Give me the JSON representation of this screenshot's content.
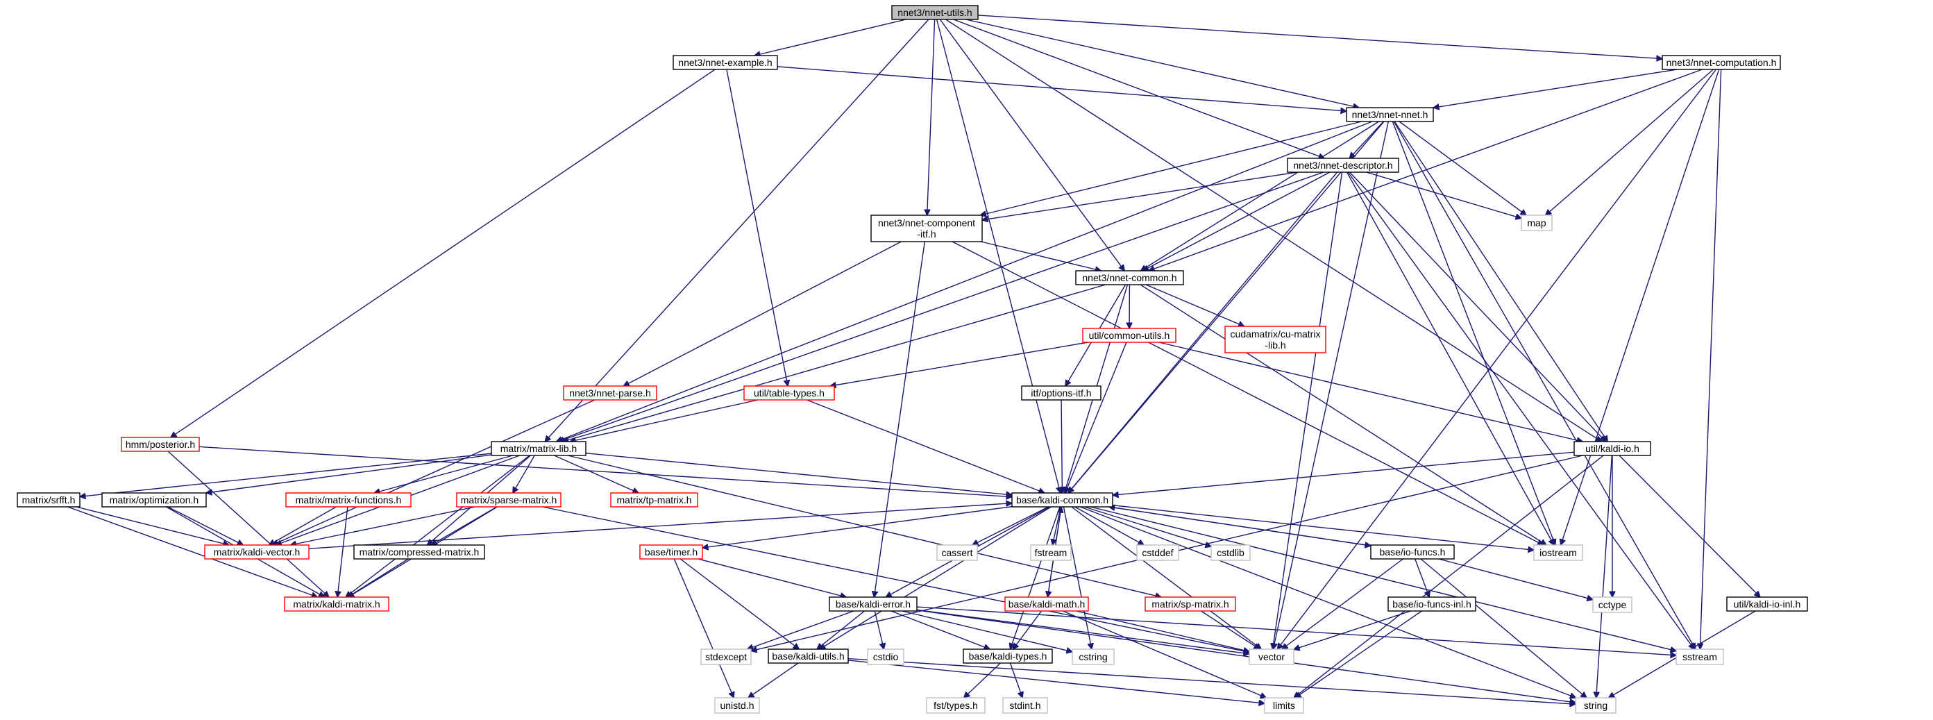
{
  "title": "nnet3/nnet-utils.h",
  "colors": {
    "edge": "#191970",
    "root_fill": "#bfbfbf",
    "documented": "#000000",
    "undocumented": "#ff0000",
    "system": "#bfbfbf"
  },
  "nodes": {
    "n_utils": {
      "label": [
        "nnet3/nnet-utils.h"
      ],
      "kind": "root"
    },
    "n_example": {
      "label": [
        "nnet3/nnet-example.h"
      ],
      "kind": "black"
    },
    "n_computation": {
      "label": [
        "nnet3/nnet-computation.h"
      ],
      "kind": "black"
    },
    "n_nnet": {
      "label": [
        "nnet3/nnet-nnet.h"
      ],
      "kind": "black"
    },
    "n_descriptor": {
      "label": [
        "nnet3/nnet-descriptor.h"
      ],
      "kind": "black"
    },
    "n_component": {
      "label": [
        "nnet3/nnet-component",
        "-itf.h"
      ],
      "kind": "black"
    },
    "n_common": {
      "label": [
        "nnet3/nnet-common.h"
      ],
      "kind": "black"
    },
    "map": {
      "label": [
        "map"
      ],
      "kind": "gray"
    },
    "cu_matrix": {
      "label": [
        "cudamatrix/cu-matrix",
        "-lib.h"
      ],
      "kind": "red"
    },
    "common_utils": {
      "label": [
        "util/common-utils.h"
      ],
      "kind": "red"
    },
    "n_parse": {
      "label": [
        "nnet3/nnet-parse.h"
      ],
      "kind": "red"
    },
    "table_types": {
      "label": [
        "util/table-types.h"
      ],
      "kind": "red"
    },
    "options_itf": {
      "label": [
        "itf/options-itf.h"
      ],
      "kind": "black"
    },
    "posterior": {
      "label": [
        "hmm/posterior.h"
      ],
      "kind": "red"
    },
    "matrix_lib": {
      "label": [
        "matrix/matrix-lib.h"
      ],
      "kind": "black"
    },
    "kaldi_io": {
      "label": [
        "util/kaldi-io.h"
      ],
      "kind": "black"
    },
    "srfft": {
      "label": [
        "matrix/srfft.h"
      ],
      "kind": "black"
    },
    "optimization": {
      "label": [
        "matrix/optimization.h"
      ],
      "kind": "black"
    },
    "matrix_functions": {
      "label": [
        "matrix/matrix-functions.h"
      ],
      "kind": "red"
    },
    "sparse_matrix": {
      "label": [
        "matrix/sparse-matrix.h"
      ],
      "kind": "red"
    },
    "tp_matrix": {
      "label": [
        "matrix/tp-matrix.h"
      ],
      "kind": "red"
    },
    "kaldi_common": {
      "label": [
        "base/kaldi-common.h"
      ],
      "kind": "black"
    },
    "kaldi_vector": {
      "label": [
        "matrix/kaldi-vector.h"
      ],
      "kind": "red"
    },
    "compressed": {
      "label": [
        "matrix/compressed-matrix.h"
      ],
      "kind": "black"
    },
    "kaldi_matrix": {
      "label": [
        "matrix/kaldi-matrix.h"
      ],
      "kind": "red"
    },
    "timer": {
      "label": [
        "base/timer.h"
      ],
      "kind": "red"
    },
    "cassert": {
      "label": [
        "cassert"
      ],
      "kind": "gray"
    },
    "fstream": {
      "label": [
        "fstream"
      ],
      "kind": "gray"
    },
    "cstddef": {
      "label": [
        "cstddef"
      ],
      "kind": "gray"
    },
    "cstdlib": {
      "label": [
        "cstdlib"
      ],
      "kind": "gray"
    },
    "io_funcs": {
      "label": [
        "base/io-funcs.h"
      ],
      "kind": "black"
    },
    "iostream": {
      "label": [
        "iostream"
      ],
      "kind": "gray"
    },
    "kaldi_math": {
      "label": [
        "base/kaldi-math.h"
      ],
      "kind": "red"
    },
    "sp_matrix": {
      "label": [
        "matrix/sp-matrix.h"
      ],
      "kind": "red"
    },
    "kaldi_error": {
      "label": [
        "base/kaldi-error.h"
      ],
      "kind": "black"
    },
    "io_funcs_inl": {
      "label": [
        "base/io-funcs-inl.h"
      ],
      "kind": "black"
    },
    "cctype": {
      "label": [
        "cctype"
      ],
      "kind": "gray"
    },
    "kaldi_io_inl": {
      "label": [
        "util/kaldi-io-inl.h"
      ],
      "kind": "black"
    },
    "stdexcept": {
      "label": [
        "stdexcept"
      ],
      "kind": "gray"
    },
    "kaldi_utils": {
      "label": [
        "base/kaldi-utils.h"
      ],
      "kind": "black"
    },
    "cstdio": {
      "label": [
        "cstdio"
      ],
      "kind": "gray"
    },
    "kaldi_types": {
      "label": [
        "base/kaldi-types.h"
      ],
      "kind": "black"
    },
    "cstring": {
      "label": [
        "cstring"
      ],
      "kind": "gray"
    },
    "vector": {
      "label": [
        "vector"
      ],
      "kind": "gray"
    },
    "sstream": {
      "label": [
        "sstream"
      ],
      "kind": "gray"
    },
    "unistd": {
      "label": [
        "unistd.h"
      ],
      "kind": "gray"
    },
    "fst_types": {
      "label": [
        "fst/types.h"
      ],
      "kind": "gray"
    },
    "stdint": {
      "label": [
        "stdint.h"
      ],
      "kind": "gray"
    },
    "limits": {
      "label": [
        "limits"
      ],
      "kind": "gray"
    },
    "string": {
      "label": [
        "string"
      ],
      "kind": "gray"
    }
  },
  "edges": [
    [
      "n_utils",
      "n_example"
    ],
    [
      "n_utils",
      "n_computation"
    ],
    [
      "n_utils",
      "n_nnet"
    ],
    [
      "n_utils",
      "n_descriptor"
    ],
    [
      "n_utils",
      "n_component"
    ],
    [
      "n_utils",
      "n_common"
    ],
    [
      "n_utils",
      "matrix_lib"
    ],
    [
      "n_utils",
      "kaldi_common"
    ],
    [
      "n_utils",
      "kaldi_io"
    ],
    [
      "n_example",
      "n_nnet"
    ],
    [
      "n_example",
      "table_types"
    ],
    [
      "n_example",
      "posterior"
    ],
    [
      "n_computation",
      "n_nnet"
    ],
    [
      "n_computation",
      "n_common"
    ],
    [
      "n_computation",
      "map"
    ],
    [
      "n_computation",
      "iostream"
    ],
    [
      "n_computation",
      "sstream"
    ],
    [
      "n_computation",
      "vector"
    ],
    [
      "n_nnet",
      "n_descriptor"
    ],
    [
      "n_nnet",
      "n_component"
    ],
    [
      "n_nnet",
      "n_common"
    ],
    [
      "n_nnet",
      "map"
    ],
    [
      "n_nnet",
      "matrix_lib"
    ],
    [
      "n_nnet",
      "kaldi_common"
    ],
    [
      "n_nnet",
      "kaldi_io"
    ],
    [
      "n_nnet",
      "iostream"
    ],
    [
      "n_nnet",
      "sstream"
    ],
    [
      "n_nnet",
      "vector"
    ],
    [
      "n_descriptor",
      "n_component"
    ],
    [
      "n_descriptor",
      "n_common"
    ],
    [
      "n_descriptor",
      "map"
    ],
    [
      "n_descriptor",
      "matrix_lib"
    ],
    [
      "n_descriptor",
      "kaldi_common"
    ],
    [
      "n_descriptor",
      "kaldi_io"
    ],
    [
      "n_descriptor",
      "iostream"
    ],
    [
      "n_descriptor",
      "sstream"
    ],
    [
      "n_descriptor",
      "vector"
    ],
    [
      "n_component",
      "n_common"
    ],
    [
      "n_component",
      "n_parse"
    ],
    [
      "n_component",
      "kaldi_error"
    ],
    [
      "n_component",
      "iostream"
    ],
    [
      "n_common",
      "cu_matrix"
    ],
    [
      "n_common",
      "common_utils"
    ],
    [
      "n_common",
      "options_itf"
    ],
    [
      "n_common",
      "matrix_lib"
    ],
    [
      "n_common",
      "kaldi_common"
    ],
    [
      "n_common",
      "iostream"
    ],
    [
      "common_utils",
      "table_types"
    ],
    [
      "common_utils",
      "kaldi_io"
    ],
    [
      "common_utils",
      "kaldi_common"
    ],
    [
      "n_parse",
      "kaldi_vector"
    ],
    [
      "table_types",
      "matrix_lib"
    ],
    [
      "table_types",
      "kaldi_common"
    ],
    [
      "options_itf",
      "kaldi_common"
    ],
    [
      "posterior",
      "kaldi_common"
    ],
    [
      "posterior",
      "kaldi_matrix"
    ],
    [
      "matrix_lib",
      "srfft"
    ],
    [
      "matrix_lib",
      "optimization"
    ],
    [
      "matrix_lib",
      "matrix_functions"
    ],
    [
      "matrix_lib",
      "sparse_matrix"
    ],
    [
      "matrix_lib",
      "tp_matrix"
    ],
    [
      "matrix_lib",
      "kaldi_vector"
    ],
    [
      "matrix_lib",
      "compressed"
    ],
    [
      "matrix_lib",
      "kaldi_matrix"
    ],
    [
      "matrix_lib",
      "sp_matrix"
    ],
    [
      "matrix_lib",
      "kaldi_common"
    ],
    [
      "kaldi_io",
      "kaldi_common"
    ],
    [
      "kaldi_io",
      "kaldi_io_inl"
    ],
    [
      "kaldi_io",
      "cctype"
    ],
    [
      "kaldi_io",
      "limits"
    ],
    [
      "kaldi_io",
      "string"
    ],
    [
      "kaldi_io",
      "stdexcept"
    ],
    [
      "srfft",
      "kaldi_vector"
    ],
    [
      "srfft",
      "kaldi_matrix"
    ],
    [
      "optimization",
      "kaldi_vector"
    ],
    [
      "optimization",
      "kaldi_matrix"
    ],
    [
      "matrix_functions",
      "kaldi_vector"
    ],
    [
      "matrix_functions",
      "kaldi_matrix"
    ],
    [
      "sparse_matrix",
      "kaldi_vector"
    ],
    [
      "sparse_matrix",
      "compressed"
    ],
    [
      "sparse_matrix",
      "kaldi_matrix"
    ],
    [
      "sparse_matrix",
      "vector"
    ],
    [
      "compressed",
      "kaldi_matrix"
    ],
    [
      "kaldi_common",
      "timer"
    ],
    [
      "kaldi_common",
      "cassert"
    ],
    [
      "kaldi_common",
      "fstream"
    ],
    [
      "kaldi_common",
      "cstddef"
    ],
    [
      "kaldi_common",
      "cstdlib"
    ],
    [
      "kaldi_common",
      "io_funcs"
    ],
    [
      "kaldi_common",
      "iostream"
    ],
    [
      "kaldi_common",
      "kaldi_math"
    ],
    [
      "kaldi_common",
      "kaldi_error"
    ],
    [
      "kaldi_common",
      "kaldi_utils"
    ],
    [
      "kaldi_common",
      "kaldi_types"
    ],
    [
      "kaldi_common",
      "cstring"
    ],
    [
      "kaldi_common",
      "vector"
    ],
    [
      "kaldi_common",
      "sstream"
    ],
    [
      "kaldi_common",
      "string"
    ],
    [
      "kaldi_vector",
      "kaldi_common"
    ],
    [
      "kaldi_math",
      "kaldi_common"
    ],
    [
      "io_funcs",
      "kaldi_common"
    ],
    [
      "timer",
      "kaldi_error"
    ],
    [
      "timer",
      "kaldi_utils"
    ],
    [
      "timer",
      "unistd"
    ],
    [
      "io_funcs",
      "io_funcs_inl"
    ],
    [
      "io_funcs",
      "cctype"
    ],
    [
      "io_funcs",
      "vector"
    ],
    [
      "io_funcs",
      "string"
    ],
    [
      "io_funcs_inl",
      "vector"
    ],
    [
      "io_funcs_inl",
      "limits"
    ],
    [
      "kaldi_math",
      "kaldi_types"
    ],
    [
      "kaldi_math",
      "limits"
    ],
    [
      "kaldi_math",
      "vector"
    ],
    [
      "sp_matrix",
      "vector"
    ],
    [
      "kaldi_io_inl",
      "string"
    ],
    [
      "kaldi_error",
      "stdexcept"
    ],
    [
      "kaldi_error",
      "kaldi_utils"
    ],
    [
      "kaldi_error",
      "cstdio"
    ],
    [
      "kaldi_error",
      "kaldi_types"
    ],
    [
      "kaldi_error",
      "cstring"
    ],
    [
      "kaldi_error",
      "vector"
    ],
    [
      "kaldi_error",
      "sstream"
    ],
    [
      "kaldi_error",
      "string"
    ],
    [
      "kaldi_utils",
      "unistd"
    ],
    [
      "kaldi_utils",
      "limits"
    ],
    [
      "kaldi_utils",
      "string"
    ],
    [
      "kaldi_types",
      "fst_types"
    ],
    [
      "kaldi_types",
      "stdint"
    ]
  ]
}
